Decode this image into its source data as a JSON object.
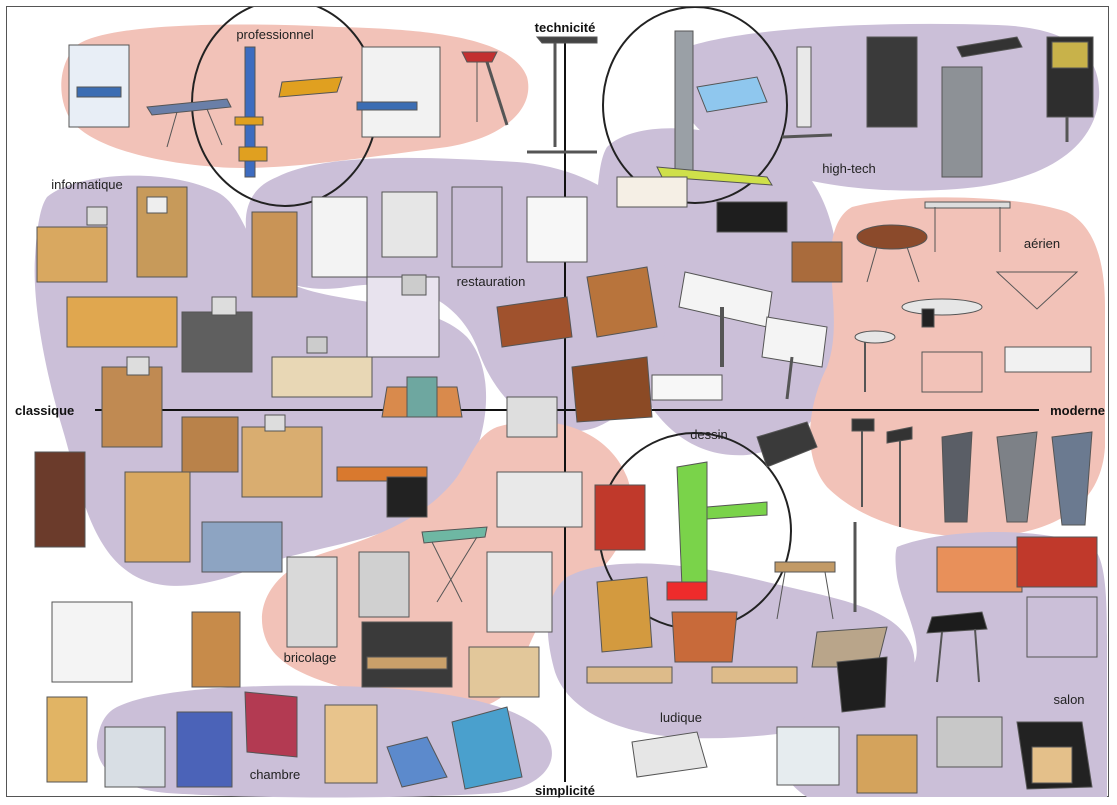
{
  "axes": {
    "top": "technicité",
    "bottom": "simplicité",
    "left": "classique",
    "right": "moderne"
  },
  "regions": [
    {
      "key": "professionnel",
      "label": "professionnel",
      "tone": "pink"
    },
    {
      "key": "high_tech",
      "label": "high-tech",
      "tone": "lavender"
    },
    {
      "key": "informatique",
      "label": "informatique",
      "tone": "lavender"
    },
    {
      "key": "restauration",
      "label": "restauration",
      "tone": "lavender"
    },
    {
      "key": "aerien",
      "label": "aérien",
      "tone": "pink"
    },
    {
      "key": "dessin",
      "label": "dessin",
      "tone": "lavender"
    },
    {
      "key": "bricolage",
      "label": "bricolage",
      "tone": "pink"
    },
    {
      "key": "ludique",
      "label": "ludique",
      "tone": "lavender"
    },
    {
      "key": "salon",
      "label": "salon",
      "tone": "lavender"
    },
    {
      "key": "chambre",
      "label": "chambre",
      "tone": "lavender"
    }
  ],
  "colors": {
    "pink": "#f2c2b8",
    "lavender": "#cbbfd8",
    "axis": "#111111",
    "highlight_circle": "#222222"
  }
}
